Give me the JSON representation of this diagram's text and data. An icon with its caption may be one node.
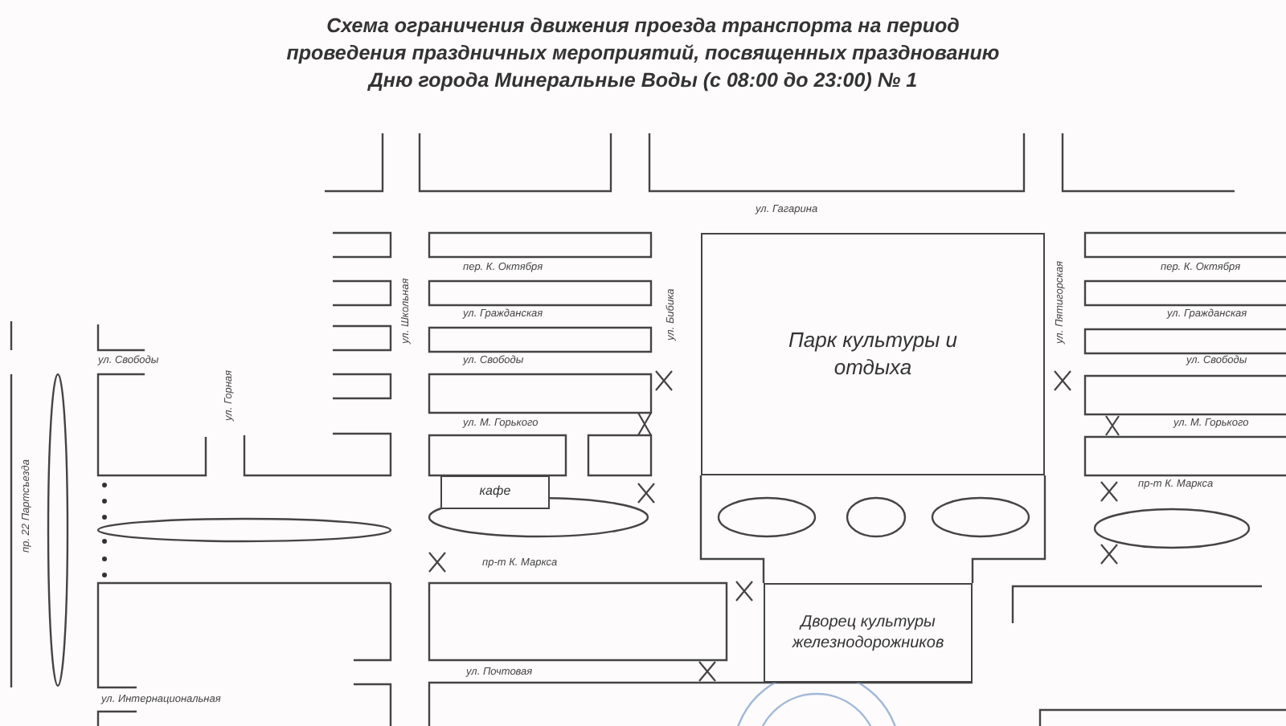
{
  "diagram": {
    "title": "Схема ограничения движения проезда транспорта на период проведения праздничных мероприятий, посвященных празднованию Дню города Минеральные Воды  (с 08:00 до 23:00) № 1",
    "nodes": [
      {
        "text": [
          "Парк культуры и отдыха"
        ]
      },
      {
        "text": [
          "кафе"
        ]
      },
      {
        "text": [
          "Дворец культуры железнодорожников"
        ]
      }
    ],
    "labels": [
      "ул. Гагарина",
      "пер. К. Октября",
      "ул. Школьная",
      "ул. Гражданская",
      "ул. Бибика",
      "пер. К. Октября",
      "ул. Пятигорская",
      "ул. Гражданская",
      "ул. Свободы",
      "ул. Свободы",
      "ул. Свободы",
      "ул. Горная",
      "ул. М. Горького",
      "ул. М. Горького",
      "пр-т К. Маркса",
      "пр. 22 Партсъезда",
      "пр-т К. Маркса",
      "ул. Почтовая",
      "ул. Интернациональная"
    ]
  }
}
